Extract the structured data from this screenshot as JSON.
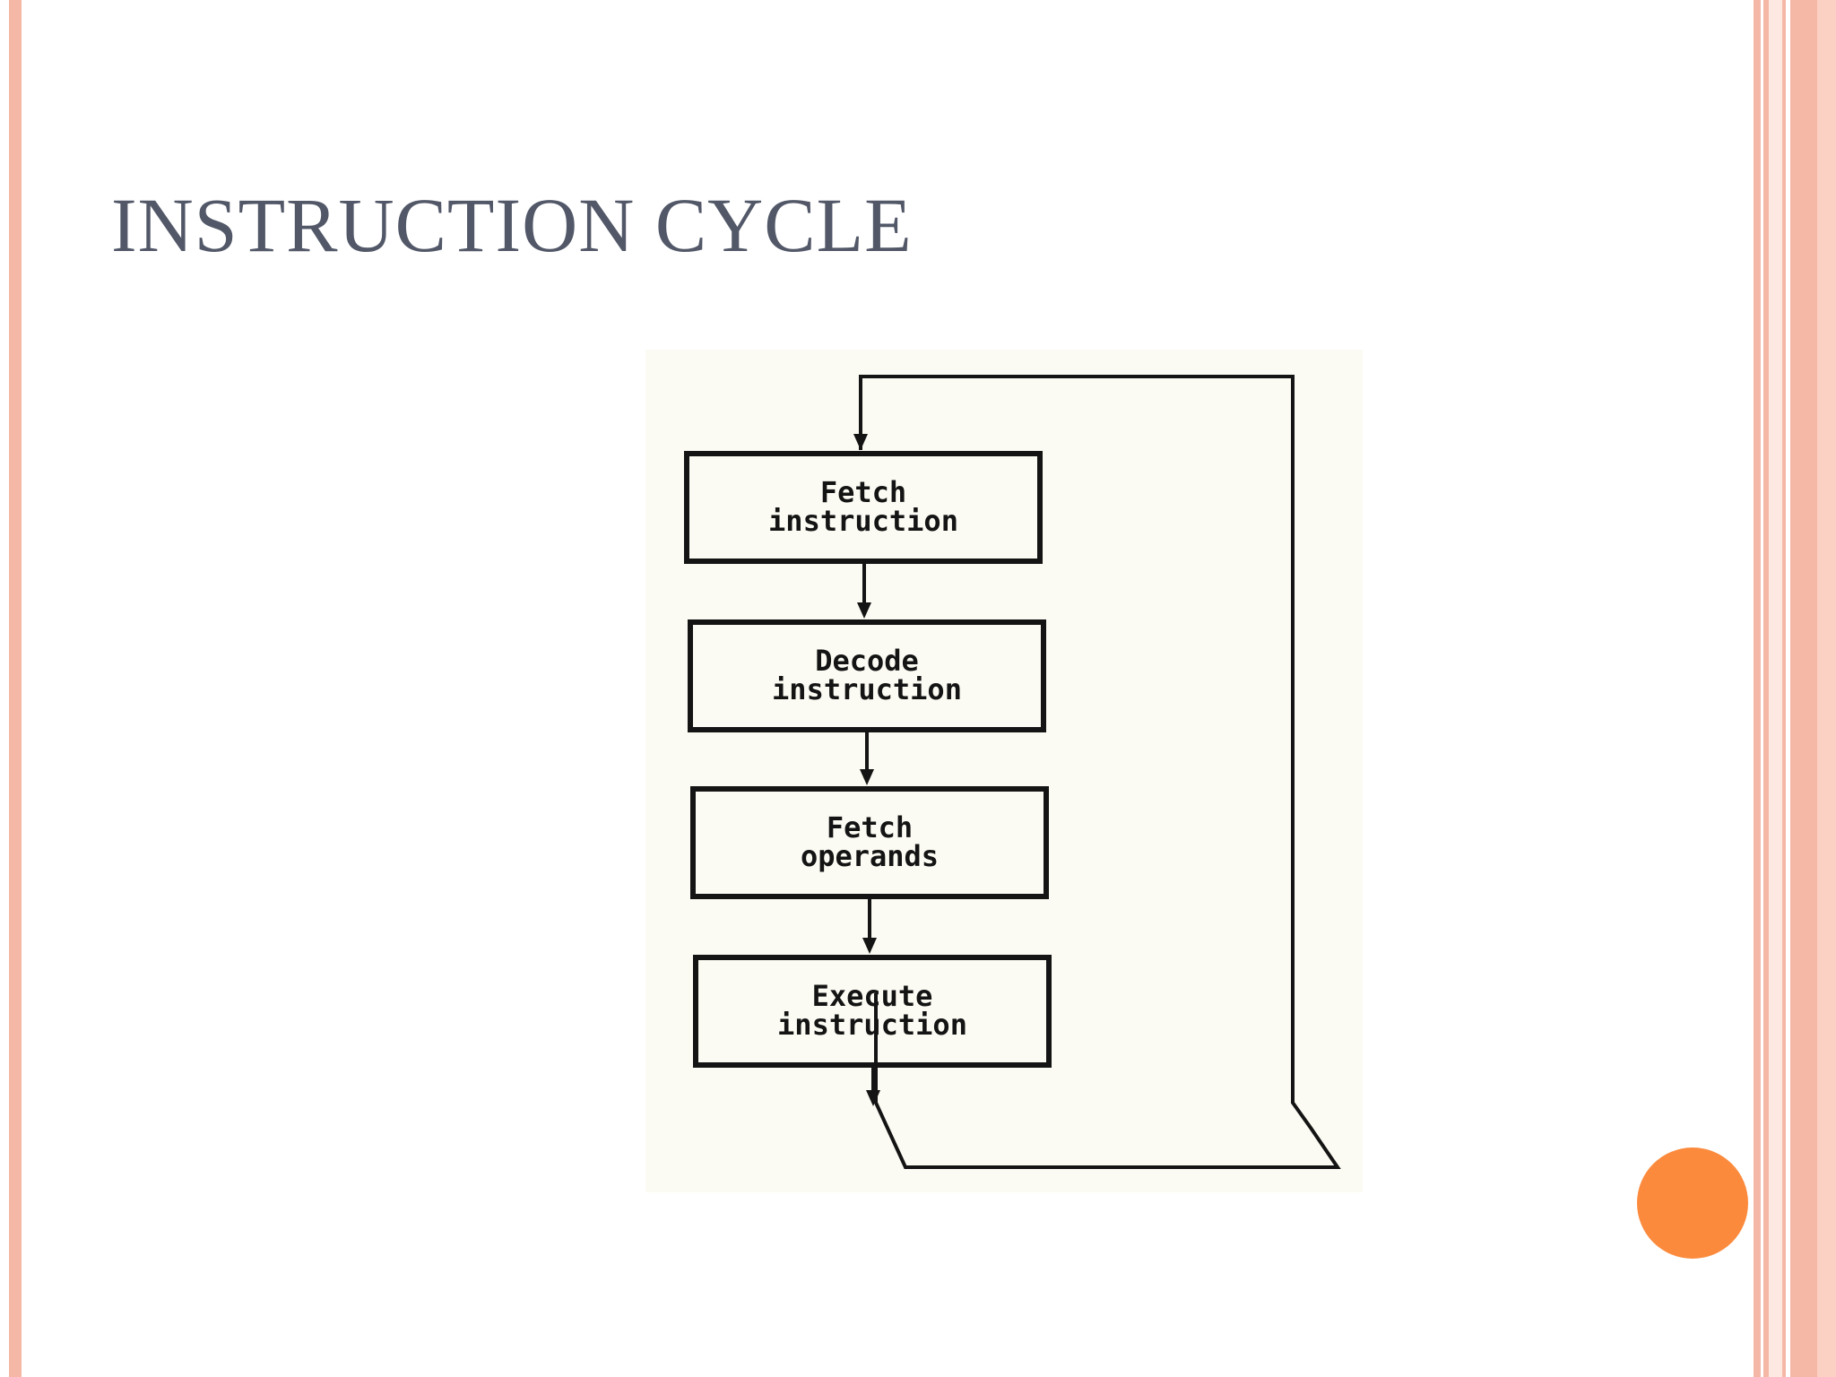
{
  "slide": {
    "title": "INSTRUCTION CYCLE"
  },
  "diagram": {
    "steps": [
      {
        "line1": "Fetch",
        "line2": "instruction"
      },
      {
        "line1": "Decode",
        "line2": "instruction"
      },
      {
        "line1": "Fetch",
        "line2": "operands"
      },
      {
        "line1": "Execute",
        "line2": "instruction"
      }
    ]
  },
  "colors": {
    "title": "#525868",
    "accent_stripe": "#f6b8a6",
    "dot": "#fb8a3c",
    "diagram_background": "#fcfbf3"
  }
}
